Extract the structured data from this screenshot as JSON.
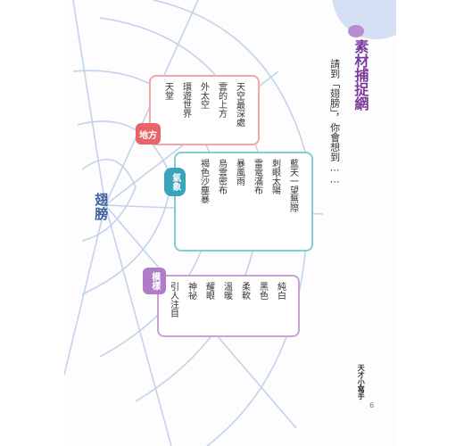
{
  "header": {
    "title": "素材捕捉網",
    "prompt": "請到「翅膀」，你會想到……"
  },
  "center_word": "翅膀",
  "categories": [
    {
      "tag": "地方",
      "items": [
        "天空最深處",
        "雲的上方",
        "外太空",
        "環遊世界",
        "天堂"
      ]
    },
    {
      "tag": "氣象",
      "items": [
        "藍天一望無際",
        "刺眼太陽",
        "雷電滿布",
        "暴風雨",
        "烏雲密布",
        "褐色沙塵暴"
      ]
    },
    {
      "tag": "模樣",
      "items": [
        "純白",
        "黑色",
        "柔軟",
        "溫暖",
        "耀眼",
        "神祕",
        "引人注目"
      ]
    }
  ],
  "side_label": "天才小寫手",
  "page_number": "6"
}
